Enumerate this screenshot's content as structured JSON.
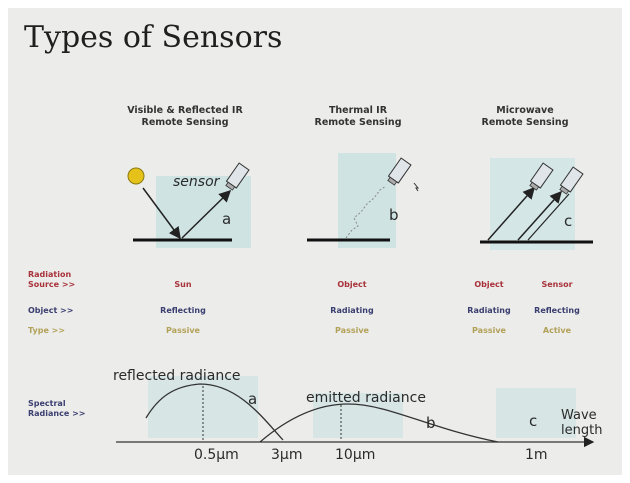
{
  "title": "Types of Sensors",
  "columns": [
    {
      "heading_line1": "Visible & Reflected IR",
      "heading_line2": "Remote Sensing"
    },
    {
      "heading_line1": "Thermal IR",
      "heading_line2": "Remote Sensing"
    },
    {
      "heading_line1": "Microwave",
      "heading_line2": "Remote Sensing"
    }
  ],
  "diagram_labels": {
    "sensor": "sensor",
    "a": "a",
    "b": "b",
    "c": "c"
  },
  "rows": {
    "radiation_source": {
      "label_line1": "Radiation",
      "label_line2": "Source >>",
      "values": [
        "Sun",
        "Object",
        "Object",
        "Sensor"
      ]
    },
    "object": {
      "label": "Object >>",
      "values": [
        "Reflecting",
        "Radiating",
        "Radiating",
        "Reflecting"
      ]
    },
    "type": {
      "label": "Type >>",
      "values": [
        "Passive",
        "Passive",
        "Passive",
        "Active"
      ]
    }
  },
  "spectral": {
    "label_line1": "Spectral",
    "label_line2": "Radiance >>",
    "reflected_radiance": "reflected radiance",
    "emitted_radiance": "emitted radiance",
    "curve_a": "a",
    "curve_b": "b",
    "curve_c": "c",
    "axis_label_line1": "Wave",
    "axis_label_line2": "length",
    "ticks": [
      "0.5μm",
      "3μm",
      "10μm",
      "1m"
    ]
  },
  "colors": {
    "source": "#a8323a",
    "object": "#3b3f70",
    "type": "#b2a158",
    "panel": "#cfe3e3"
  }
}
